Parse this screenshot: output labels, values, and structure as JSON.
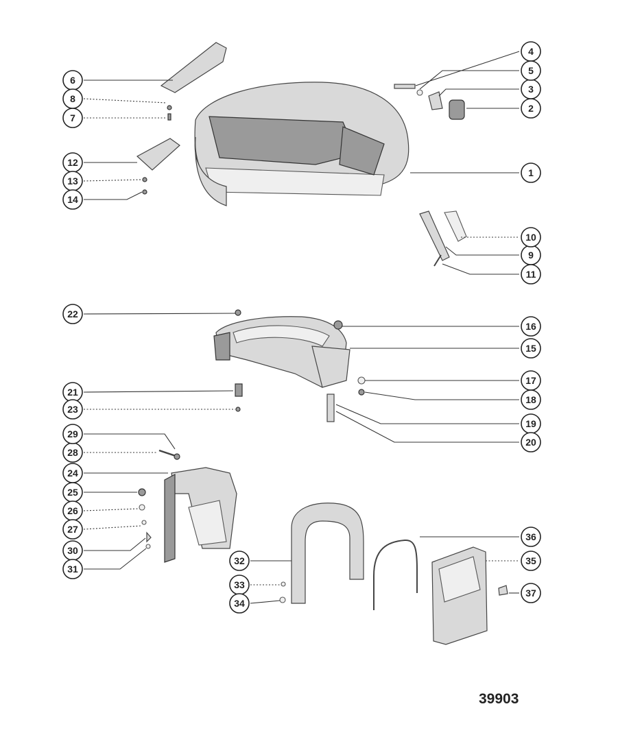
{
  "figure_number": "39903",
  "parts": [
    {
      "id": "1"
    },
    {
      "id": "2"
    },
    {
      "id": "3"
    },
    {
      "id": "4"
    },
    {
      "id": "5"
    },
    {
      "id": "6"
    },
    {
      "id": "7"
    },
    {
      "id": "8"
    },
    {
      "id": "9"
    },
    {
      "id": "10"
    },
    {
      "id": "11"
    },
    {
      "id": "12"
    },
    {
      "id": "13"
    },
    {
      "id": "14"
    },
    {
      "id": "15"
    },
    {
      "id": "16"
    },
    {
      "id": "17"
    },
    {
      "id": "18"
    },
    {
      "id": "19"
    },
    {
      "id": "20"
    },
    {
      "id": "21"
    },
    {
      "id": "22"
    },
    {
      "id": "23"
    },
    {
      "id": "24"
    },
    {
      "id": "25"
    },
    {
      "id": "26"
    },
    {
      "id": "27"
    },
    {
      "id": "28"
    },
    {
      "id": "29"
    },
    {
      "id": "30"
    },
    {
      "id": "31"
    },
    {
      "id": "32"
    },
    {
      "id": "33"
    },
    {
      "id": "34"
    },
    {
      "id": "35"
    },
    {
      "id": "36"
    },
    {
      "id": "37"
    }
  ]
}
